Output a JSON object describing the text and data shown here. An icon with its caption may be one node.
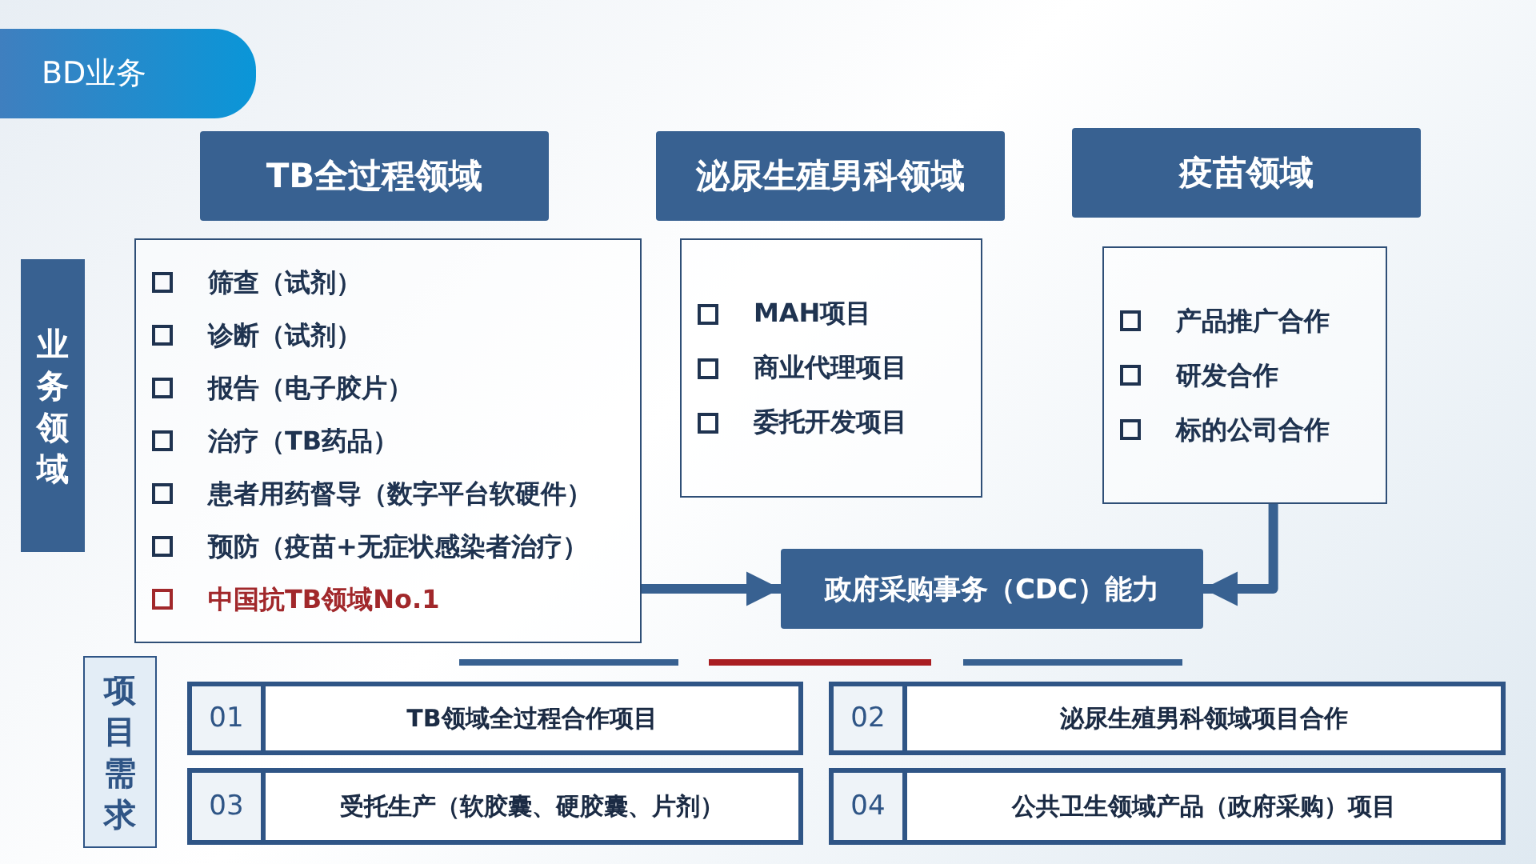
{
  "diagram": {
    "title": "BD业务",
    "nodes": [
      {
        "text": [
          "业务领域"
        ]
      },
      {
        "text": [
          "TB全过程领域"
        ]
      },
      {
        "text": [
          "筛查（试剂）",
          "诊断（试剂）",
          "报告（电子胶片）",
          "治疗（TB药品）",
          "患者用药督导（数字平台软硬件）",
          "预防（疫苗+无症状感染者治疗）",
          "中国抗TB领域No.1"
        ]
      },
      {
        "text": [
          "泌尿生殖男科领域"
        ]
      },
      {
        "text": [
          "MAH项目",
          "商业代理项目",
          "委托开发项目"
        ]
      },
      {
        "text": [
          "疫苗领域"
        ]
      },
      {
        "text": [
          "产品推广合作",
          "研发合作",
          "标的公司合作"
        ]
      },
      {
        "text": [
          "政府采购事务（CDC）能力"
        ]
      },
      {
        "text": [
          "项目需求"
        ]
      },
      {
        "text": [
          "01",
          "TB领域全过程合作项目"
        ]
      },
      {
        "text": [
          "02",
          "泌尿生殖男科领域项目合作"
        ]
      },
      {
        "text": [
          "03",
          "受托生产（软胶囊、硬胶囊、片剂）"
        ]
      },
      {
        "text": [
          "04",
          "公共卫生领域产品（政府采购）项目"
        ]
      }
    ],
    "edges": [
      {
        "from": 2,
        "to": 7,
        "arrow": "to"
      },
      {
        "from": 6,
        "to": 7,
        "arrow": "to"
      }
    ]
  }
}
